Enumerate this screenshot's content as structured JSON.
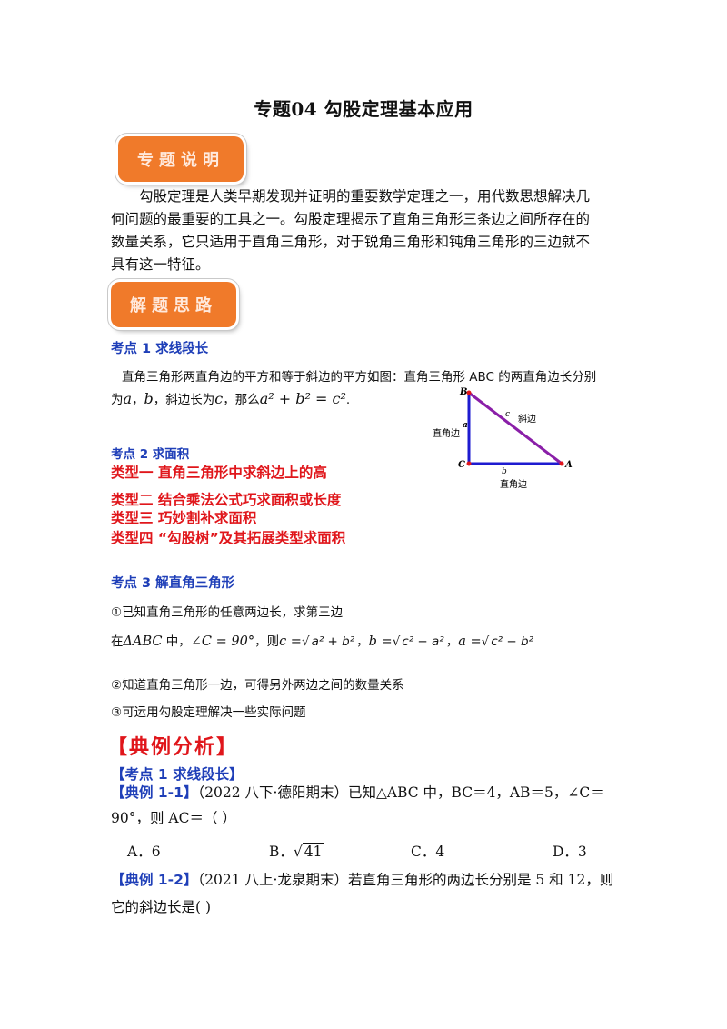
{
  "title": "专题04  勾股定理基本应用",
  "banner1": "专题说明",
  "intro": [
    "勾股定理是人类早期发现并证明的重要数学定理之一，用代数思想解决几",
    "何问题的最重要的工具之一。勾股定理揭示了直角三角形三条边之间所存在的",
    "数量关系，它只适用于直角三角形，对于锐角三角形和钝角三角形的三边就不",
    "具有这一特征。"
  ],
  "banner2": "解题思路",
  "kp1": {
    "heading": "考点 1    求线段长",
    "line1": "直角三角形两直角边的平方和等于斜边的平方如图：直角三角形 ABC 的两直角边长分别",
    "line2_prefix": "为",
    "a": "a",
    "b": "b",
    "line2_mid1": "，斜边长为",
    "c": "c",
    "line2_mid2": "，那么",
    "formula": "a² + b² = c²",
    "period": "."
  },
  "triangle": {
    "B": "B",
    "A": "A",
    "C": "C",
    "c_label": "c",
    "a_label": "a",
    "b_label": "b",
    "hyp_label": "斜边",
    "leg_a_label": "直角边",
    "leg_b_label": "直角边"
  },
  "kp2": {
    "heading": "考点 2    求面积",
    "types": [
      "类型一  直角三角形中求斜边上的高",
      "类型二    结合乘法公式巧求面积或长度",
      "类型三    巧妙割补求面积",
      "类型四    “勾股树”及其拓展类型求面积"
    ]
  },
  "kp3": {
    "heading": "考点 3  解直角三角形",
    "item1": "①已知直角三角形的任意两边长，求第三边",
    "item1_formula": {
      "prefix": "在",
      "tri": "ΔABC",
      "mid": "中，",
      "angle": "∠C = 90°",
      "then": "，则",
      "c_eq": "c =",
      "c_rad": "a² + b²",
      "b_eq": "b =",
      "b_rad": "c² − a²",
      "a_eq": "a =",
      "a_rad": "c² − b²",
      "sep": "，"
    },
    "item2": "②知道直角三角形一边，可得另外两边之间的数量关系",
    "item3": "③可运用勾股定理解决一些实际问题"
  },
  "examples": {
    "heading": "【典例分析】",
    "kp1_heading": "【考点 1  求线段长】",
    "ex1_tag": "【典例 1-1】",
    "ex1_text": "（2022 八下·德阳期末）已知△ABC 中，BC＝4，AB＝5，∠C＝",
    "ex1_text2": "90°，则 AC＝（        ）",
    "options": [
      {
        "label": "A．6"
      },
      {
        "label": "B．",
        "rad": "41"
      },
      {
        "label": "C．4"
      },
      {
        "label": "D．3"
      }
    ],
    "ex2_tag": "【典例 1-2】",
    "ex2_text": "（2021 八上·龙泉期末）若直角三角形的两边长分别是 5 和 12，则",
    "ex2_text2": "它的斜边长是(       )"
  },
  "colors": {
    "banner": "#f07a2a",
    "blue_heading": "#1f3fb8",
    "red_text": "#e0161b",
    "triangle_line": "#1e1bd0",
    "hypotenuse": "#8a1fa8"
  }
}
